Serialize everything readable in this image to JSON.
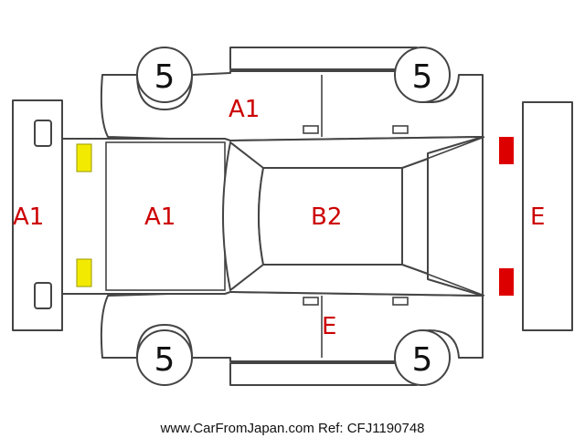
{
  "colors": {
    "label": "#cc0000",
    "outline": "#444444",
    "tire_mark": "#111111",
    "marker_yellow": "#f2ea00",
    "marker_red": "#dd0000"
  },
  "labels": {
    "front_bumper": "A1",
    "bonnet": "A1",
    "front_pillar": "A1",
    "roof": "B2",
    "right_doors": "E",
    "rear_bumper": "E"
  },
  "tires": {
    "front_left": "5",
    "rear_left": "5",
    "front_right": "5",
    "rear_right": "5"
  },
  "footer": {
    "text": "www.CarFromJapan.com Ref: CFJ1190748"
  }
}
